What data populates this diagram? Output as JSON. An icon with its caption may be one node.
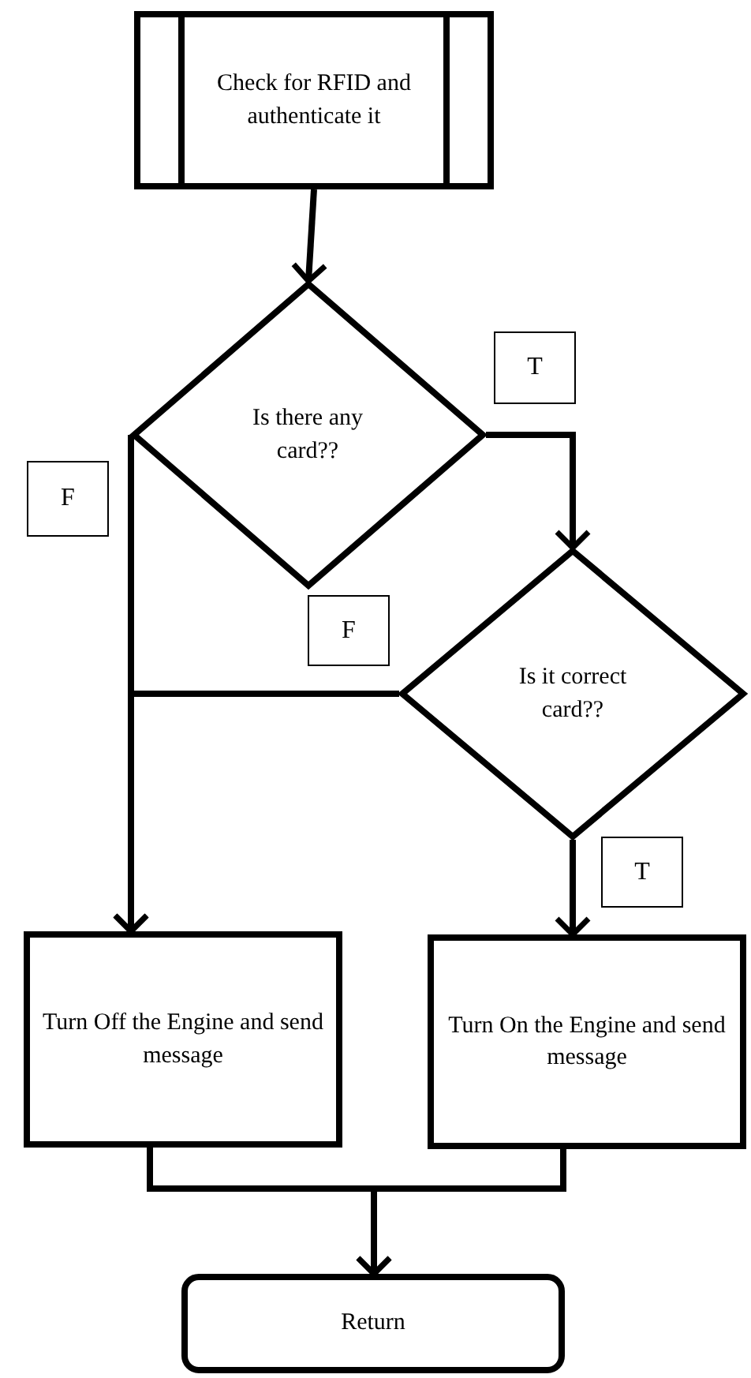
{
  "diagram": {
    "nodes": [
      {
        "text": [
          "Check for RFID and authenticate it"
        ]
      },
      {
        "text": [
          "Is there any card??"
        ]
      },
      {
        "text": [
          "Is it correct card??"
        ]
      },
      {
        "text": [
          "Turn Off the Engine and send message"
        ]
      },
      {
        "text": [
          "Turn On the Engine and send message"
        ]
      },
      {
        "text": [
          "Return"
        ]
      }
    ],
    "edges": [
      {
        "from": 0,
        "to": 1,
        "arrow": "to"
      },
      {
        "from": 1,
        "to": 2,
        "arrow": "to"
      },
      {
        "from": 1,
        "to": 3,
        "arrow": "to"
      },
      {
        "from": 2,
        "to": 3,
        "arrow": "to"
      },
      {
        "from": 2,
        "to": 4,
        "arrow": "to"
      },
      {
        "from": 3,
        "to": 5,
        "arrow": "to"
      },
      {
        "from": 4,
        "to": 5,
        "arrow": "to"
      }
    ],
    "labels": [
      "T",
      "F",
      "F",
      "T"
    ]
  }
}
